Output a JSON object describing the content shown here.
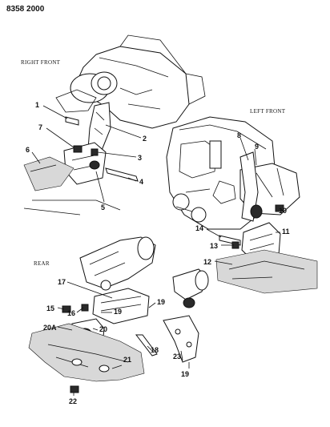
{
  "header": {
    "code": "8358 2000"
  },
  "sections": {
    "right_front": "RIGHT FRONT",
    "left_front": "LEFT FRONT",
    "rear": "REAR"
  },
  "callouts": [
    "1",
    "2",
    "3",
    "4",
    "5",
    "6",
    "7",
    "8",
    "9",
    "10",
    "11",
    "12",
    "13",
    "14",
    "15",
    "16",
    "17",
    "18",
    "19",
    "19",
    "19",
    "20",
    "20A",
    "21",
    "22",
    "23"
  ]
}
